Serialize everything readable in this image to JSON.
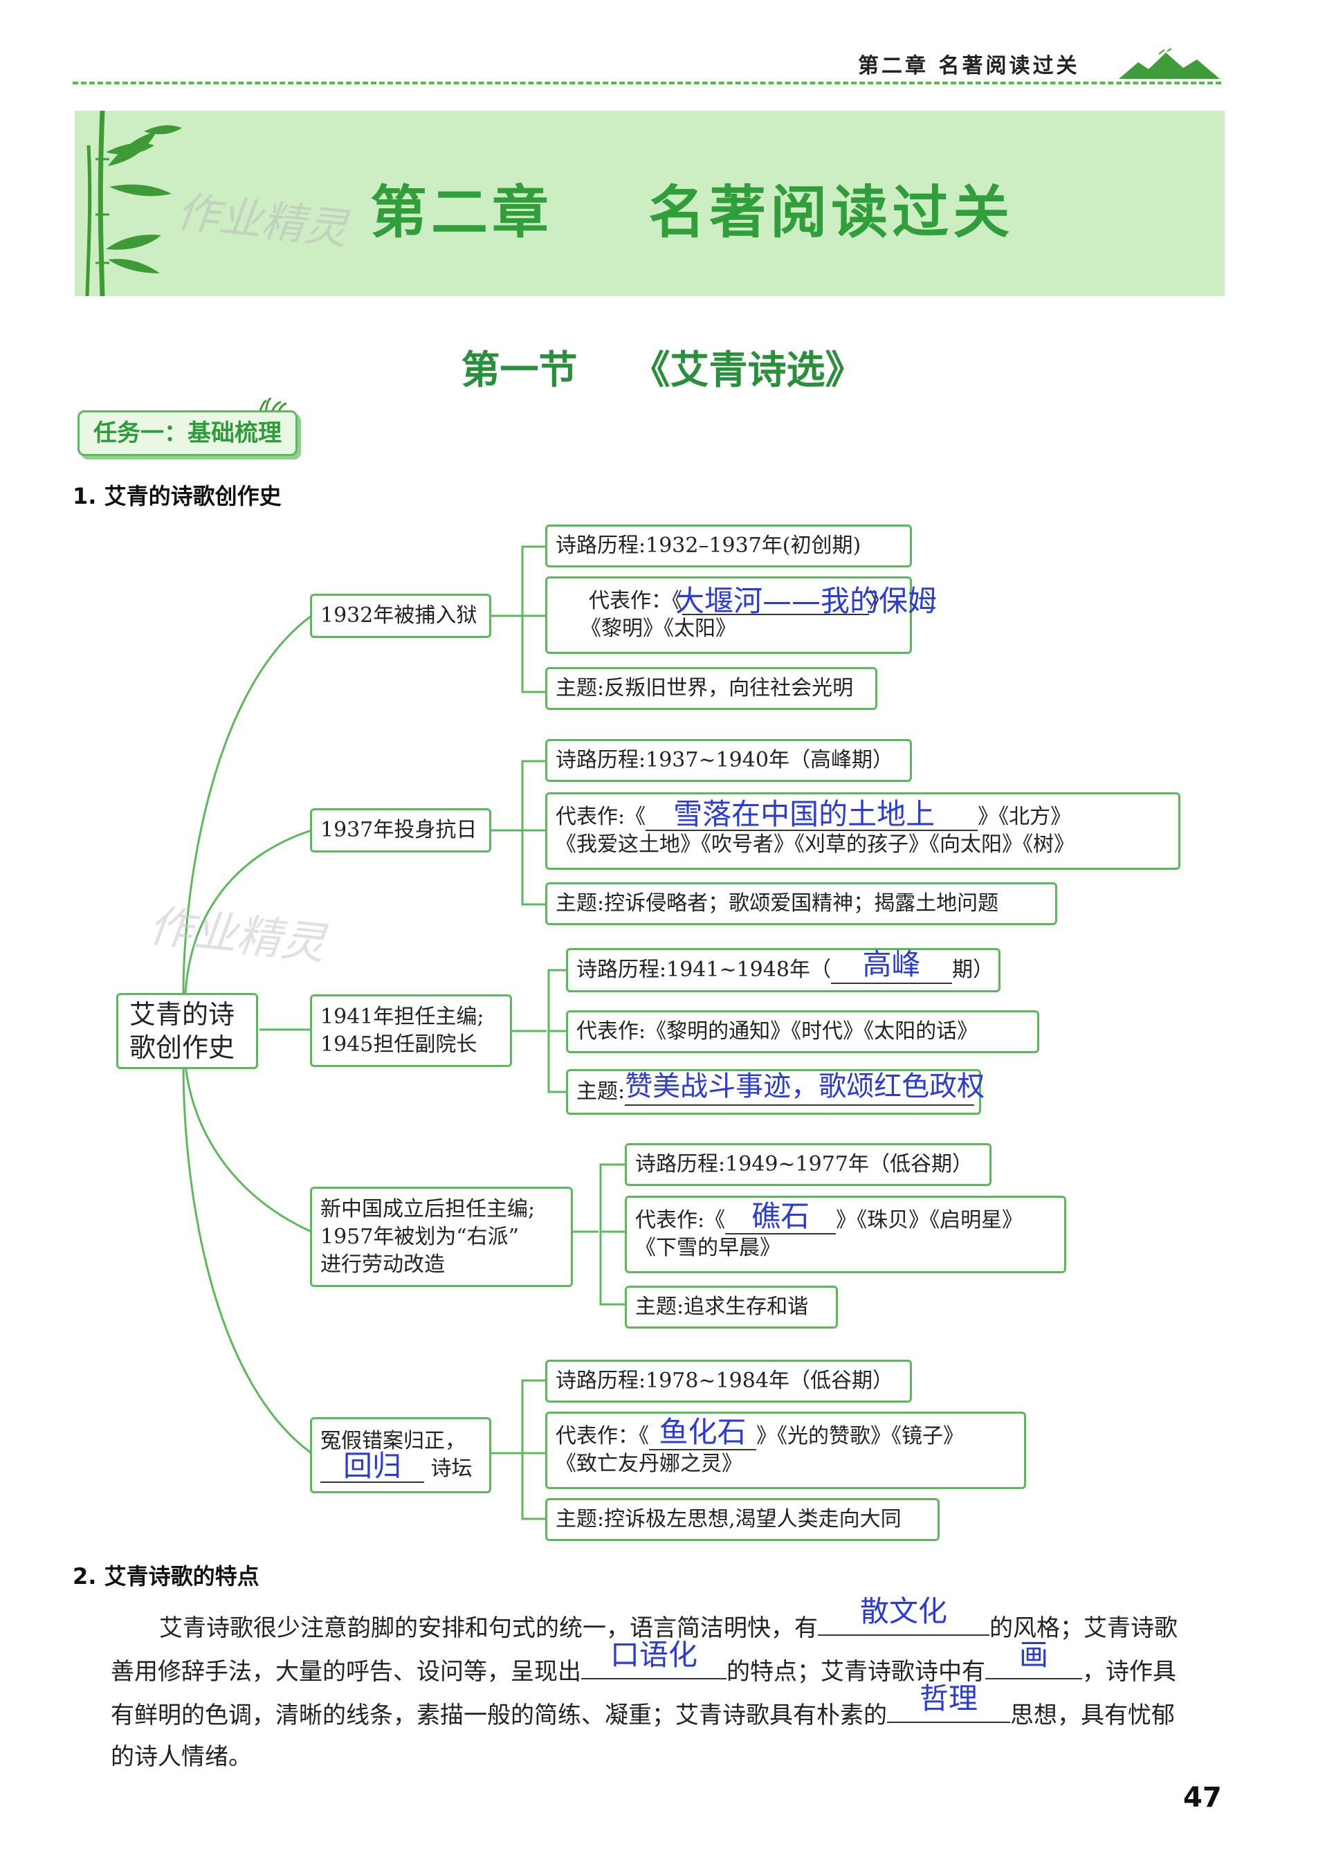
{
  "header": {
    "text": "第二章  名著阅读过关"
  },
  "banner": {
    "title": "第二章    名著阅读过关",
    "watermark": "作业精灵"
  },
  "section": {
    "title": "第一节    《艾青诗选》"
  },
  "task": {
    "label": "任务一：基础梳理"
  },
  "part1": {
    "heading": "1. 艾青的诗歌创作史"
  },
  "mindmap": {
    "root": {
      "line1": "艾青的诗",
      "line2": "歌创作史"
    },
    "branches": [
      {
        "label": [
          "1932年被捕入狱"
        ],
        "course": "诗路历程:1932–1937年(初创期)",
        "works_prefix": "代表作：《",
        "works_answer": "大堰河——我的保姆",
        "works_suffix": "》",
        "works_line2": "《黎明》《太阳》",
        "theme": "主题:反叛旧世界，向往社会光明"
      },
      {
        "label": [
          "1937年投身抗日"
        ],
        "course": "诗路历程:1937~1940年（高峰期）",
        "works_prefix": "代表作:《",
        "works_answer": "雪落在中国的土地上",
        "works_suffix": "》《北方》",
        "works_line2": "《我爱这土地》《吹号者》《刈草的孩子》《向太阳》《树》",
        "theme": "主题:控诉侵略者；歌颂爱国精神；揭露土地问题"
      },
      {
        "label": [
          "1941年担任主编;",
          "1945担任副院长"
        ],
        "course_prefix": "诗路历程:1941~1948年（",
        "course_answer": "高峰",
        "course_suffix": "期）",
        "works": "代表作:《黎明的通知》《时代》《太阳的话》",
        "theme_prefix": "主题:",
        "theme_answer": "赞美战斗事迹，歌颂红色政权"
      },
      {
        "label": [
          "新中国成立后担任主编;",
          "1957年被划为“右派”",
          "进行劳动改造"
        ],
        "course": "诗路历程:1949~1977年（低谷期）",
        "works_prefix": "代表作:《",
        "works_answer": "礁石",
        "works_suffix": "》《珠贝》《启明星》",
        "works_line2": "《下雪的早晨》",
        "theme": "主题:追求生存和谐"
      },
      {
        "label_line1": "冤假错案归正，",
        "label_answer": "回归",
        "label_suffix": "诗坛",
        "course": "诗路历程:1978~1984年（低谷期）",
        "works_prefix": "代表作：《",
        "works_answer": "鱼化石",
        "works_suffix": "》《光的赞歌》《镜子》",
        "works_line2": "《致亡友丹娜之灵》",
        "theme": "主题:控诉极左思想,渴望人类走向大同"
      }
    ]
  },
  "part2": {
    "heading": "2. 艾青诗歌的特点",
    "l1_a": "艾青诗歌很少注意韵脚的安排和句式的统一，语言简洁明快，有",
    "a1": "散文化",
    "l1_b": "的风格；艾青诗歌",
    "l2_a": "善用修辞手法，大量的呼告、设问等，呈现出",
    "a2": "口语化",
    "l2_b": "的特点；艾青诗歌诗中有",
    "a3": "画",
    "l2_c": "，诗作具",
    "l3_a": "有鲜明的色调，清晰的线条，素描一般的简练、凝重；艾青诗歌具有朴素的",
    "a4": "哲理",
    "l3_b": "思想，具有忧郁",
    "l4": "的诗人情绪。"
  },
  "page": {
    "number": "47"
  },
  "colors": {
    "accent": "#5cb85c",
    "title_green": "#2f9e3b",
    "handwriting": "#2a3bd6",
    "banner": "#cdeec3"
  }
}
